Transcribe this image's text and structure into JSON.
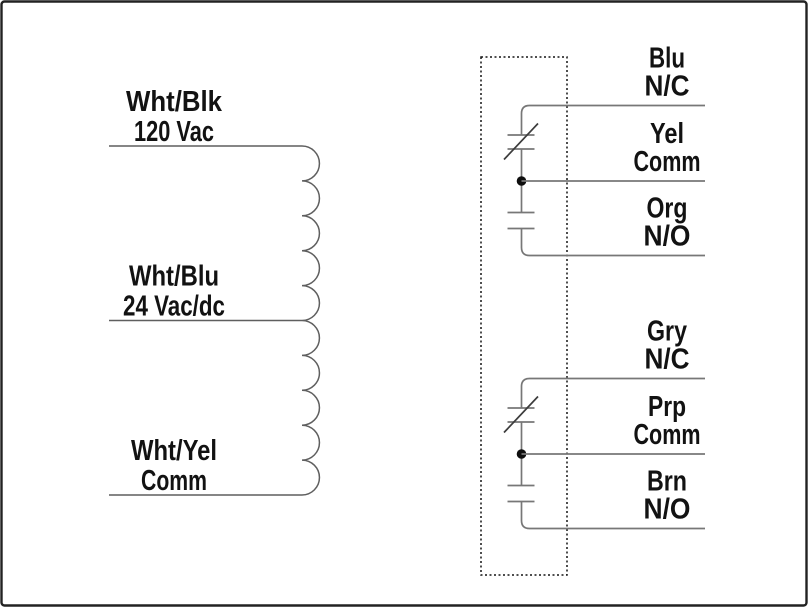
{
  "transformer": {
    "taps": [
      {
        "line1": "Wht/Blk",
        "line2": "120 Vac"
      },
      {
        "line1": "Wht/Blu",
        "line2": "24 Vac/dc"
      },
      {
        "line1": "Wht/Yel",
        "line2": "Comm"
      }
    ]
  },
  "relay": {
    "groups": [
      {
        "contacts": [
          {
            "wire": "Blu",
            "role": "N/C"
          },
          {
            "wire": "Yel",
            "role": "Comm"
          },
          {
            "wire": "Org",
            "role": "N/O"
          }
        ]
      },
      {
        "contacts": [
          {
            "wire": "Gry",
            "role": "N/C"
          },
          {
            "wire": "Prp",
            "role": "Comm"
          },
          {
            "wire": "Brn",
            "role": "N/O"
          }
        ]
      }
    ]
  },
  "colors": {
    "wire": "#777777",
    "coil": "#5f5f5f",
    "text": "#121212",
    "dot": "#0e0e0e",
    "slash": "#3c3c3c",
    "border": "#222222",
    "dashed_box": "#141414",
    "background": "#ffffff"
  }
}
